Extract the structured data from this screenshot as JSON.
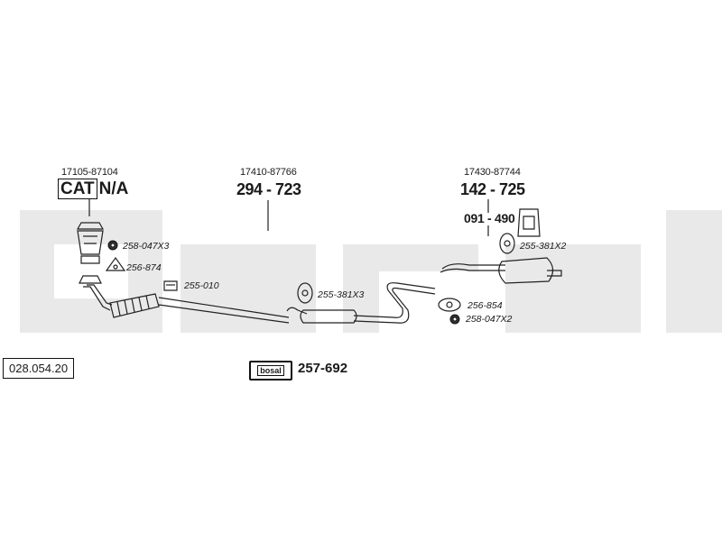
{
  "watermark": "bosal",
  "catalog_ref": "028.054.20",
  "brand_badge": "bosal",
  "kit_number": "257-692",
  "groups": {
    "front": {
      "oem": "17105-87104",
      "cat_label": "CAT",
      "cat_suffix": "N/A"
    },
    "middle": {
      "oem": "17410-87766",
      "part": "294 - 723"
    },
    "rear": {
      "oem": "17430-87744",
      "part": "142 - 725",
      "sub_part": "091 - 490"
    }
  },
  "parts": [
    {
      "label": "258-047X3"
    },
    {
      "label": "256-874"
    },
    {
      "label": "255-010"
    },
    {
      "label": "255-381X3"
    },
    {
      "label": "255-381X2"
    },
    {
      "label": "256-854"
    },
    {
      "label": "258-047X2"
    }
  ]
}
